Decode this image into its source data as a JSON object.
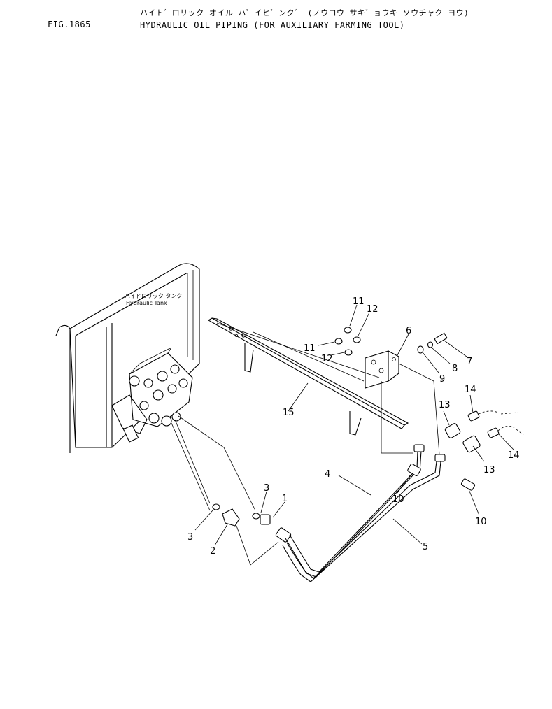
{
  "header": {
    "figure_number": "FIG.1865",
    "title_jp": "ハイト゛ロリック オイル ハ゜イヒ゜ンク゛ (ノウコウ サキ゛ョウキ ソウチャク ヨウ)",
    "title_en": "HYDRAULIC OIL PIPING (FOR AUXILIARY FARMING TOOL)"
  },
  "tank": {
    "label_jp": "ハイドロリック タンク",
    "label_en": "Hydraulic Tank"
  },
  "callouts": {
    "c1": "1",
    "c2": "2",
    "c3a": "3",
    "c3b": "3",
    "c4": "4",
    "c5": "5",
    "c6": "6",
    "c7": "7",
    "c8": "8",
    "c9": "9",
    "c10a": "10",
    "c10b": "10",
    "c11a": "11",
    "c11b": "11",
    "c12a": "12",
    "c12b": "12",
    "c13a": "13",
    "c13b": "13",
    "c14a": "14",
    "c14b": "14",
    "c15": "15"
  }
}
